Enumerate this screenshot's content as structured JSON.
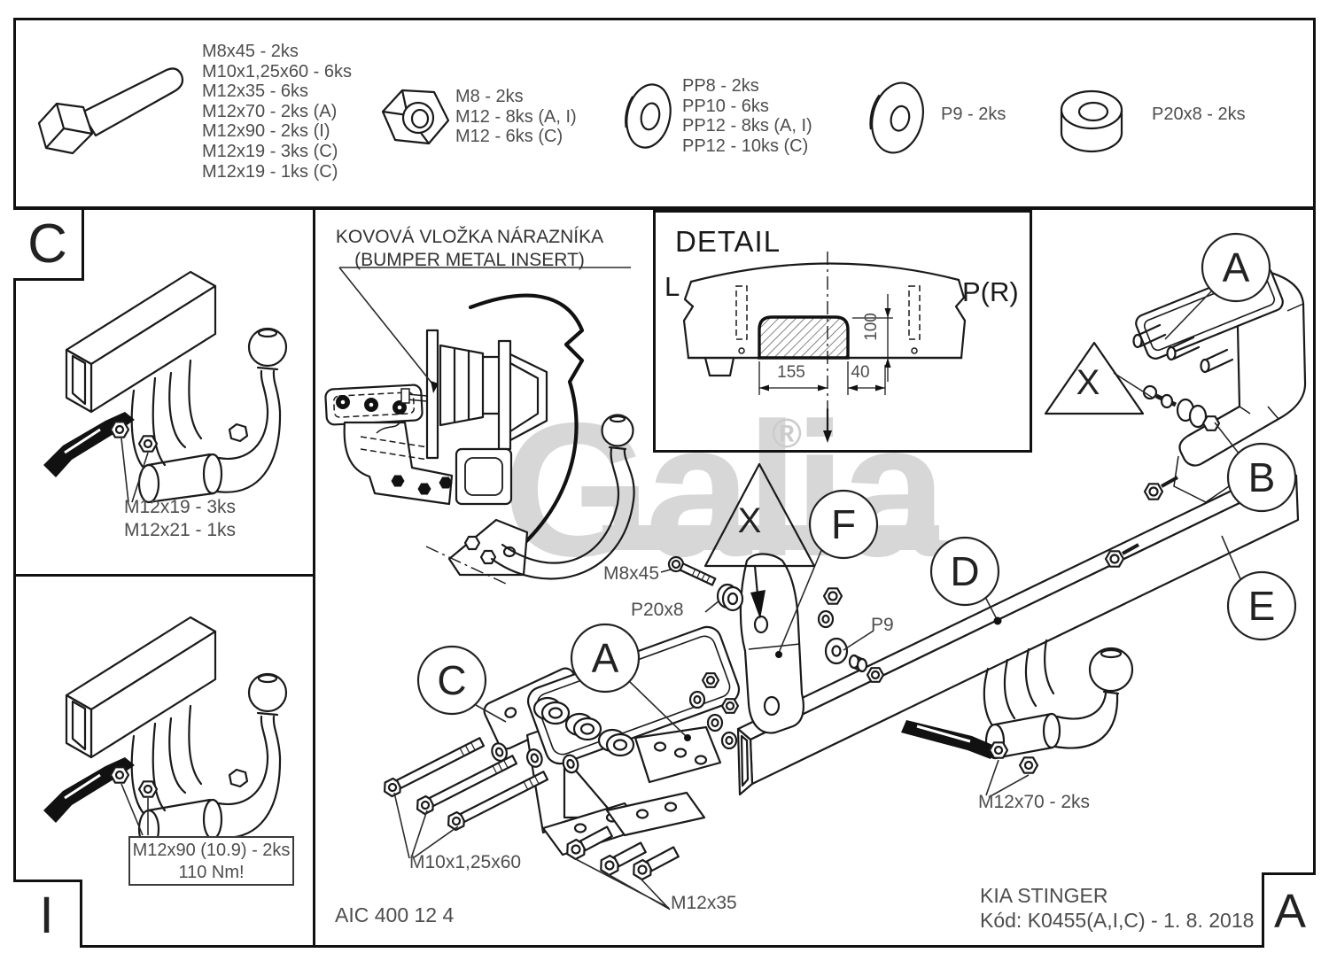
{
  "hardware_band": {
    "bolt_sizes": [
      "M8x45 - 2ks",
      "M10x1,25x60 - 6ks",
      "M12x35 - 6ks",
      "M12x70 - 2ks (A)",
      "M12x90 - 2ks (I)",
      "M12x19 - 3ks (C)",
      "M12x19 - 1ks (C)"
    ],
    "nut_sizes": [
      "M8 - 2ks",
      "M12 - 8ks (A, I)",
      "M12 - 6ks (C)"
    ],
    "washer_sizes": [
      "PP8 - 2ks",
      "PP10 - 6ks",
      "PP12 - 8ks (A, I)",
      "PP12 - 10ks (C)"
    ],
    "p9_label": "P9 - 2ks",
    "p20_label": "P20x8 - 2ks"
  },
  "panel_c": {
    "letter": "C",
    "note1": "M12x19 - 3ks",
    "note2": "M12x21 - 1ks"
  },
  "panel_i": {
    "letter": "I",
    "note1": "M12x90 (10.9) - 2ks",
    "note2": "110 Nm!"
  },
  "bumper_note": {
    "line1": "KOVOVÁ VLOŽKA NÁRAZNÍKA",
    "line2": "(BUMPER METAL INSERT)"
  },
  "detail_box": {
    "title": "DETAIL",
    "left_label": "L",
    "right_label": "P(R)",
    "dim_width": "155",
    "dim_offset": "40",
    "dim_height": "100"
  },
  "callouts": {
    "a_top": "A",
    "b": "B",
    "e": "E",
    "d": "D",
    "f": "F",
    "a_mid": "A",
    "c": "C",
    "x_center": "X",
    "x_right": "X"
  },
  "part_labels": {
    "m8x45": "M8x45",
    "p20x8": "P20x8",
    "p9": "P9",
    "m10": "M10x1,25x60",
    "m12x35": "M12x35",
    "m12x70": "M12x70 - 2ks"
  },
  "footer": {
    "doc_number": "AIC 400 12 4",
    "model": "KIA STINGER",
    "code": "Kód: K0455(A,I,C) - 1. 8. 2018",
    "sheet_letter": "A"
  },
  "watermark": {
    "text": "Galia",
    "mark": "®"
  }
}
